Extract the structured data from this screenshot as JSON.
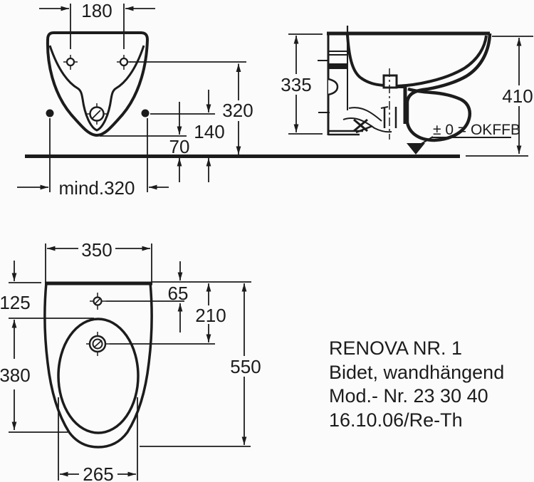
{
  "colors": {
    "ink": "#1c1c1c",
    "paper": "#fbfbfb"
  },
  "front_view": {
    "hole_spacing": "180",
    "wall_height": "320",
    "drain_height": "140",
    "clearance": "70",
    "min_width": "mind.320"
  },
  "side_view": {
    "bracket_height": "335",
    "total_height": "410",
    "datum_note": "± 0 = OKFFB"
  },
  "plan_view": {
    "width": "350",
    "rim_offset": "125",
    "tap_offset": "65",
    "drain_offset": "210",
    "depth": "550",
    "bowl_length": "380",
    "bowl_width": "265"
  },
  "info_block": {
    "product": "RENOVA NR. 1",
    "type": "Bidet, wandhängend",
    "model": "Mod.- Nr. 23 30 40",
    "revision": "16.10.06/Re-Th"
  }
}
